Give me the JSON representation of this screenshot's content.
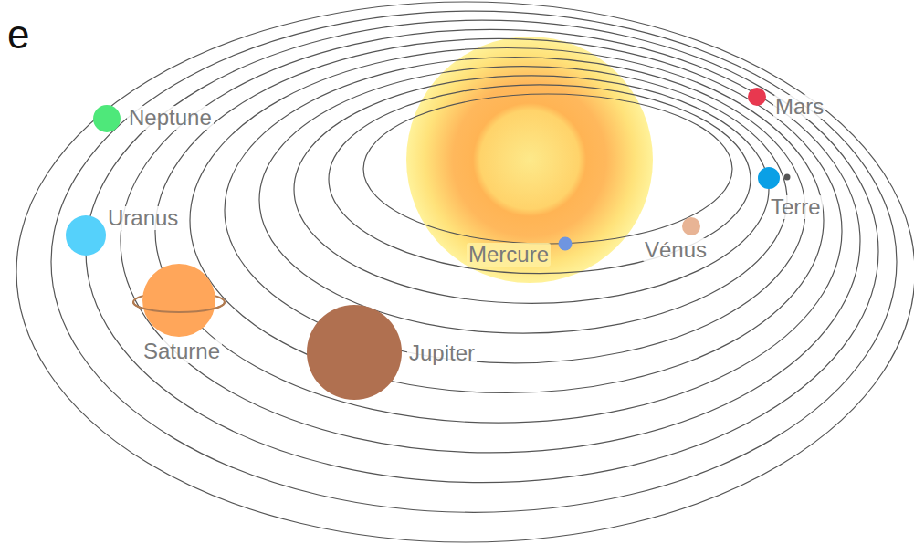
{
  "diagram": {
    "labels": [
      "e",
      "Neptune",
      "Mars",
      "Uranus",
      "Terre",
      "Mercure",
      "Vénus",
      "Saturne",
      "Jupiter"
    ]
  }
}
